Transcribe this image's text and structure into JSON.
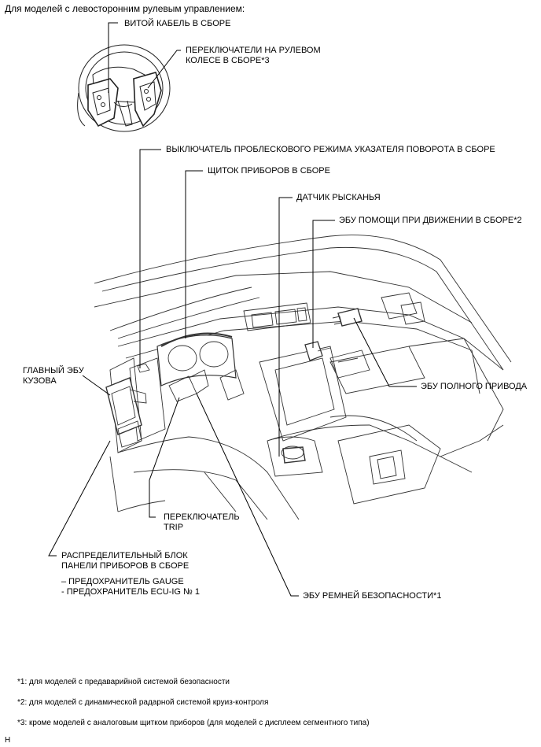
{
  "heading": "Для моделей с левосторонним рулевым управлением:",
  "labels": {
    "spiral_cable": "ВИТОЙ КАБЕЛЬ В СБОРЕ",
    "steering_pad_switch_line1": "ПЕРЕКЛЮЧАТЕЛИ НА РУЛЕВОМ",
    "steering_pad_switch_line2": "КОЛЕСЕ В СБОРЕ*3",
    "hazard_switch": "ВЫКЛЮЧАТЕЛЬ ПРОБЛЕСКОВОГО РЕЖИМА УКАЗАТЕЛЯ ПОВОРОТА В СБОРЕ",
    "combination_meter": "ЩИТОК ПРИБОРОВ В СБОРЕ",
    "yaw_rate_sensor": "ДАТЧИК РЫСКАНЬЯ",
    "driving_support_ecu": "ЭБУ ПОМОЩИ ПРИ ДВИЖЕНИИ В СБОРЕ*2",
    "main_body_ecu_line1": "ГЛАВНЫЙ ЭБУ",
    "main_body_ecu_line2": "КУЗОВА",
    "fourwd_ecu": "ЭБУ ПОЛНОГО ПРИВОДА",
    "trip_switch_line1": "ПЕРЕКЛЮЧАТЕЛЬ",
    "trip_switch_line2": "TRIP",
    "junction_block_line1": "РАСПРЕДЕЛИТЕЛЬНЫЙ БЛОК",
    "junction_block_line2": "ПАНЕЛИ ПРИБОРОВ В СБОРЕ",
    "fuse_gauge": "– ПРЕДОХРАНИТЕЛЬ GAUGE",
    "fuse_ecu_ig": "- ПРЕДОХРАНИТЕЛЬ ECU-IG № 1",
    "seat_belt_ecu": "ЭБУ РЕМНЕЙ БЕЗОПАСНОСТИ*1"
  },
  "footnotes": {
    "n1": "*1: для моделей с предаварийной системой безопасности",
    "n2": "*2: для моделей с динамической радарной системой круиз-контроля",
    "n3": "*3: кроме моделей с аналоговым щитком приборов (для моделей с дисплеем сегментного типа)"
  },
  "corner_mark": "H"
}
